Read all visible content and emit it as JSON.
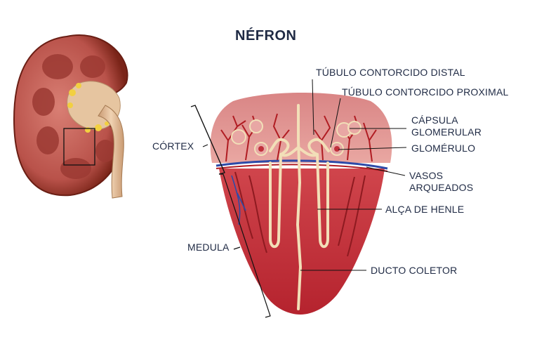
{
  "title": "NÉFRON",
  "labels": {
    "distal": "TÚBULO CONTORCIDO DISTAL",
    "proximal": "TÚBULO CONTORCIDO PROXIMAL",
    "capsula_1": "CÁPSULA",
    "capsula_2": "GLOMERULAR",
    "glomerulo": "GLOMÉRULO",
    "vasos_1": "VASOS",
    "vasos_2": "ARQUEADOS",
    "alca": "ALÇA DE HENLE",
    "ducto": "DUCTO COLETOR",
    "cortex": "CÓRTEX",
    "medula": "MEDULA"
  },
  "colors": {
    "text": "#1f2a44",
    "kidney_outer": "#7a2418",
    "cortex_fill": "#c9686b",
    "medulla_fill": "#c0313b",
    "tubule": "#f2dfb8",
    "vessel_red": "#b01c22",
    "vessel_blue": "#2d4aa8"
  }
}
